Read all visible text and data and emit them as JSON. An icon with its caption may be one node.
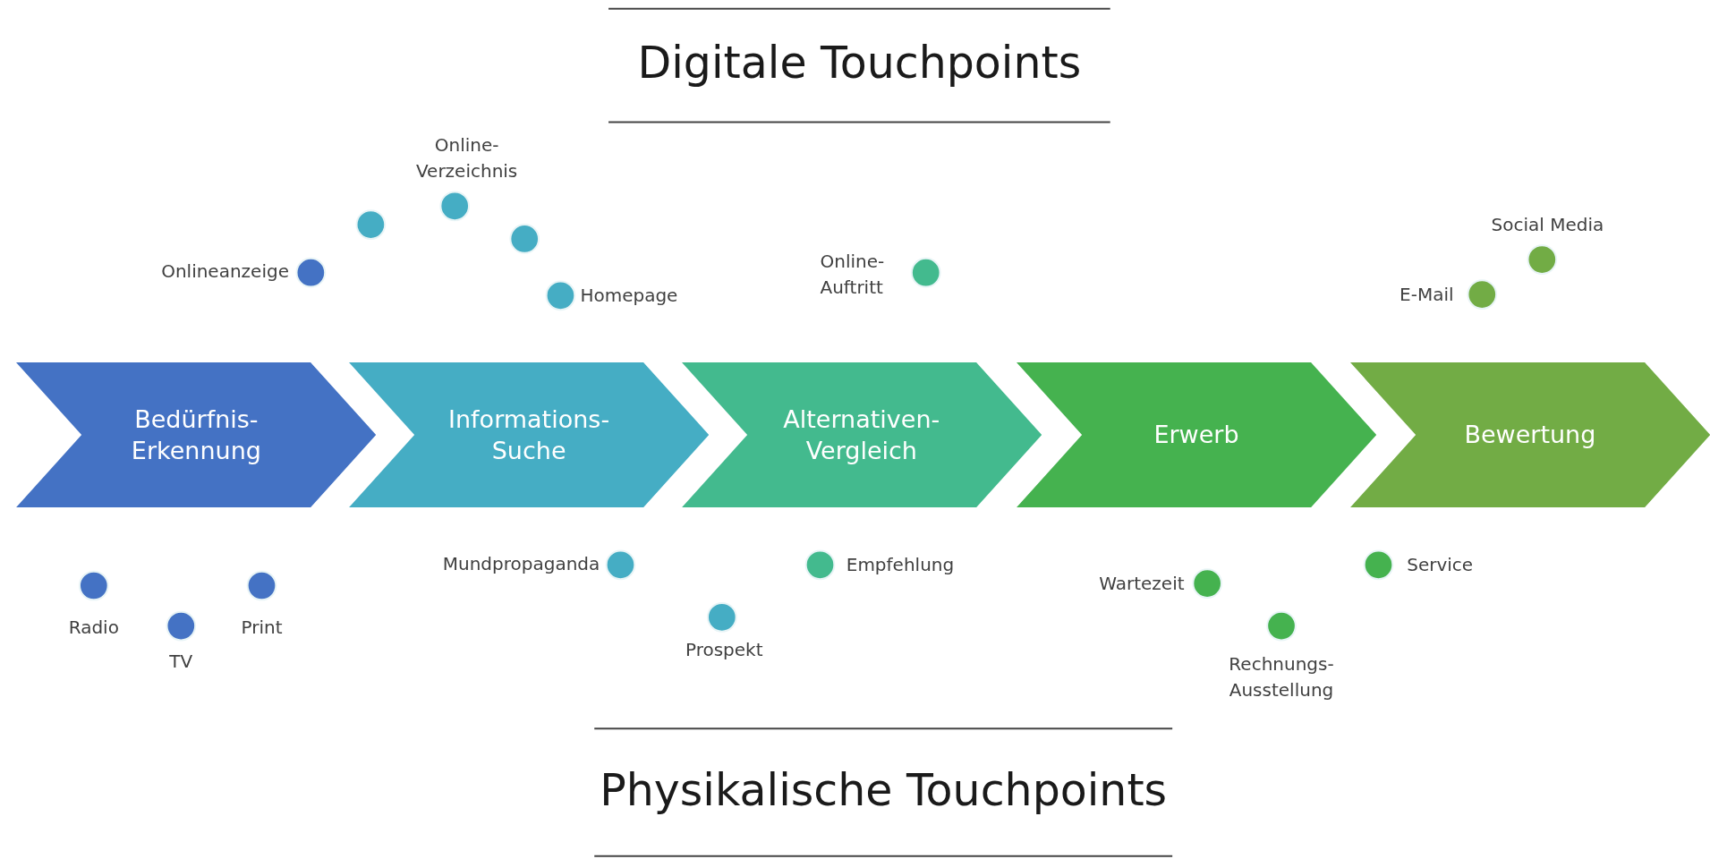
{
  "diagram": {
    "nodes": [
      {
        "text": [
          "Bedürfnis- Erkennung"
        ]
      },
      {
        "text": [
          "Informations- Suche"
        ]
      },
      {
        "text": [
          "Alternativen- Vergleich"
        ]
      },
      {
        "text": [
          "Erwerb"
        ]
      },
      {
        "text": [
          "Bewertung"
        ]
      }
    ],
    "edges": [],
    "labels": [
      "Digitale Touchpoints",
      "Online- Verzeichnis",
      "Onlineanzeige",
      "Homepage",
      "Online- Auftritt",
      "Social Media",
      "E-Mail",
      "Mundpropaganda",
      "Empfehlung",
      "Wartezeit",
      "Service",
      "Radio",
      "Print",
      "TV",
      "Rechnungs- Ausstellung",
      "Prospekt",
      "Physikalische Touchpoints"
    ]
  }
}
